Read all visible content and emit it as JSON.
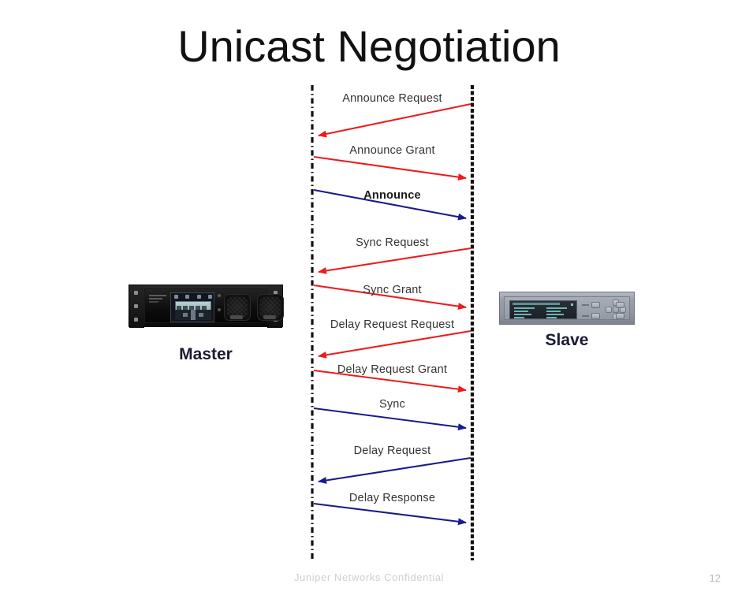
{
  "slide": {
    "title": "Unicast Negotiation",
    "page_number": "12",
    "footer_text": "Juniper Networks Confidential"
  },
  "endpoints": {
    "master": {
      "label": "Master"
    },
    "slave": {
      "label": "Slave"
    }
  },
  "colors": {
    "red_arrow": "#ee1b1b",
    "navy_arrow": "#1a1a8c",
    "lifeline": "#111111",
    "title_text": "#111111",
    "label_text": "#333333",
    "footer_text": "#cfcfcf"
  },
  "sequence": {
    "left_actor": "Master",
    "right_actor": "Slave",
    "messages": [
      {
        "label": "Announce Request",
        "direction": "right-to-left",
        "color": "red",
        "bold": false
      },
      {
        "label": "Announce Grant",
        "direction": "left-to-right",
        "color": "red",
        "bold": false
      },
      {
        "label": "Announce",
        "direction": "left-to-right",
        "color": "navy",
        "bold": true
      },
      {
        "label": "Sync Request",
        "direction": "right-to-left",
        "color": "red",
        "bold": false
      },
      {
        "label": "Sync Grant",
        "direction": "left-to-right",
        "color": "red",
        "bold": false
      },
      {
        "label": "Delay Request Request",
        "direction": "right-to-left",
        "color": "red",
        "bold": false
      },
      {
        "label": "Delay Request Grant",
        "direction": "left-to-right",
        "color": "red",
        "bold": false
      },
      {
        "label": "Sync",
        "direction": "left-to-right",
        "color": "navy",
        "bold": false
      },
      {
        "label": "Delay Request",
        "direction": "right-to-left",
        "color": "navy",
        "bold": false
      },
      {
        "label": "Delay Response",
        "direction": "left-to-right",
        "color": "navy",
        "bold": false
      }
    ]
  }
}
